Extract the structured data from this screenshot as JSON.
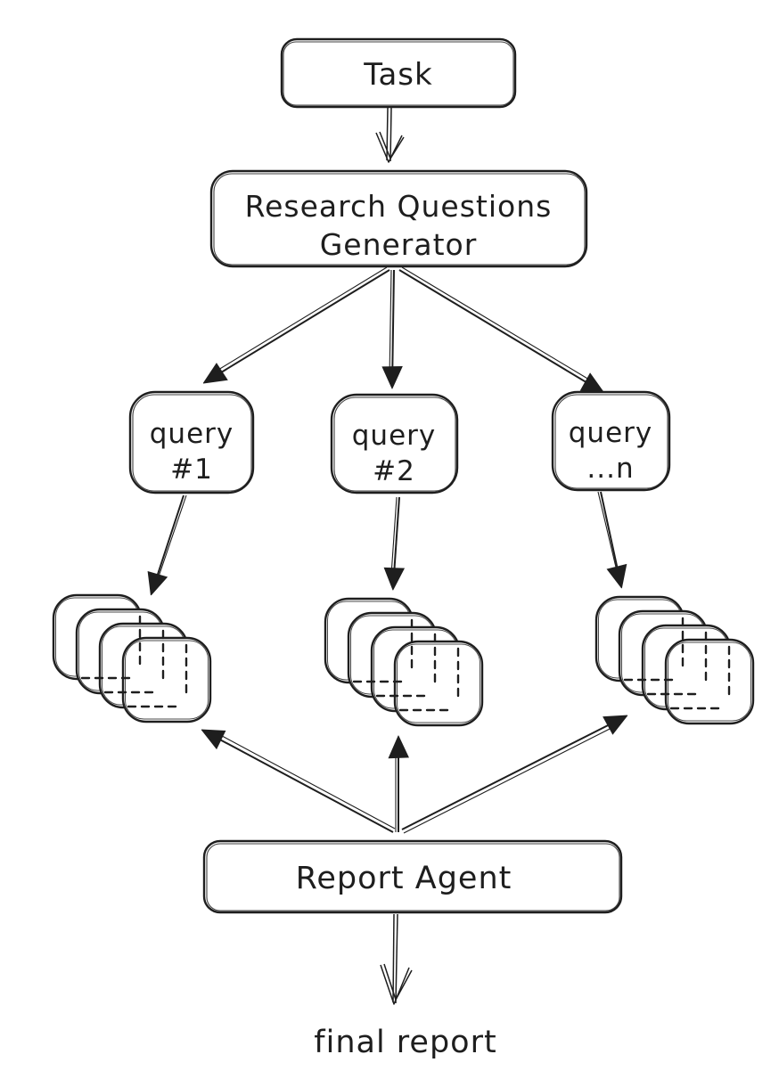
{
  "diagram": {
    "type": "flowchart",
    "style": "hand-drawn",
    "colors": {
      "stroke": "#1e1e1e",
      "background": "#ffffff",
      "node_fill": "#ffffff"
    },
    "nodes": {
      "task": {
        "label": "Task"
      },
      "generator": {
        "line1": "Research Questions",
        "line2": "Generator"
      },
      "query1": {
        "line1": "query",
        "line2": "#1"
      },
      "query2": {
        "line1": "query",
        "line2": "#2"
      },
      "queryN": {
        "line1": "query",
        "line2": "...n"
      },
      "report_agent": {
        "label": "Report Agent"
      },
      "final_report": {
        "label": "final report"
      }
    },
    "document_stacks": {
      "count": 3,
      "cards_per_stack": 4
    },
    "edges": [
      {
        "from": "Task",
        "to": "Research Questions Generator",
        "head": "open"
      },
      {
        "from": "Research Questions Generator",
        "to": "query #1",
        "head": "solid"
      },
      {
        "from": "Research Questions Generator",
        "to": "query #2",
        "head": "solid"
      },
      {
        "from": "Research Questions Generator",
        "to": "query ...n",
        "head": "solid"
      },
      {
        "from": "query #1",
        "to": "document stack 1",
        "head": "solid"
      },
      {
        "from": "query #2",
        "to": "document stack 2",
        "head": "solid"
      },
      {
        "from": "query ...n",
        "to": "document stack 3",
        "head": "solid"
      },
      {
        "from": "Report Agent",
        "to": "document stack 1",
        "head": "solid"
      },
      {
        "from": "Report Agent",
        "to": "document stack 2",
        "head": "solid"
      },
      {
        "from": "Report Agent",
        "to": "document stack 3",
        "head": "solid"
      },
      {
        "from": "Report Agent",
        "to": "final report",
        "head": "open"
      }
    ]
  }
}
